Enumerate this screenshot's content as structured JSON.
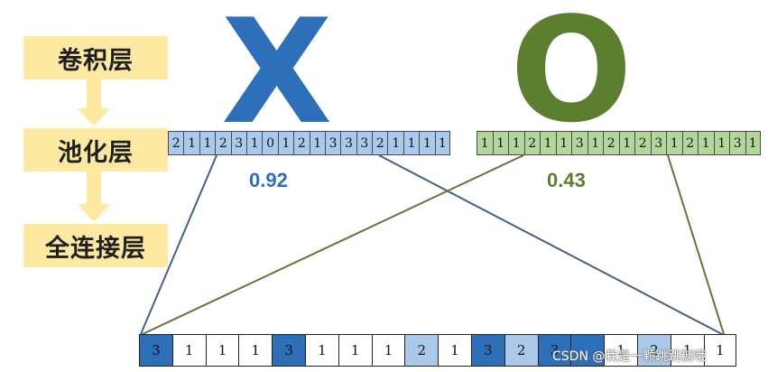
{
  "layers": {
    "conv": "卷积层",
    "pool": "池化层",
    "fc": "全连接层"
  },
  "letters": {
    "x": "X",
    "o": "O"
  },
  "pool_x": {
    "values": [
      "2",
      "1",
      "1",
      "2",
      "3",
      "1",
      "0",
      "1",
      "2",
      "1",
      "3",
      "3",
      "3",
      "2",
      "1",
      "1",
      "1",
      "1"
    ],
    "score": "0.92",
    "color": "#2e6fba"
  },
  "pool_o": {
    "values": [
      "1",
      "1",
      "1",
      "2",
      "1",
      "1",
      "3",
      "1",
      "2",
      "1",
      "2",
      "3",
      "1",
      "2",
      "1",
      "1",
      "3",
      "1"
    ],
    "score": "0.43",
    "color": "#5b7f2f"
  },
  "fc": {
    "cells": [
      {
        "v": "3",
        "shade": "dark"
      },
      {
        "v": "1",
        "shade": "white"
      },
      {
        "v": "1",
        "shade": "white"
      },
      {
        "v": "1",
        "shade": "white"
      },
      {
        "v": "3",
        "shade": "dark"
      },
      {
        "v": "1",
        "shade": "white"
      },
      {
        "v": "1",
        "shade": "white"
      },
      {
        "v": "1",
        "shade": "white"
      },
      {
        "v": "2",
        "shade": "light"
      },
      {
        "v": "1",
        "shade": "white"
      },
      {
        "v": "3",
        "shade": "dark"
      },
      {
        "v": "2",
        "shade": "light"
      },
      {
        "v": "3",
        "shade": "dark"
      },
      {
        "v": "",
        "shade": "dark"
      },
      {
        "v": "1",
        "shade": "white"
      },
      {
        "v": "2",
        "shade": "light"
      },
      {
        "v": "1",
        "shade": "white"
      },
      {
        "v": "1",
        "shade": "white"
      }
    ]
  },
  "watermark": "CSDN @我是一颗跳跳糖哦"
}
